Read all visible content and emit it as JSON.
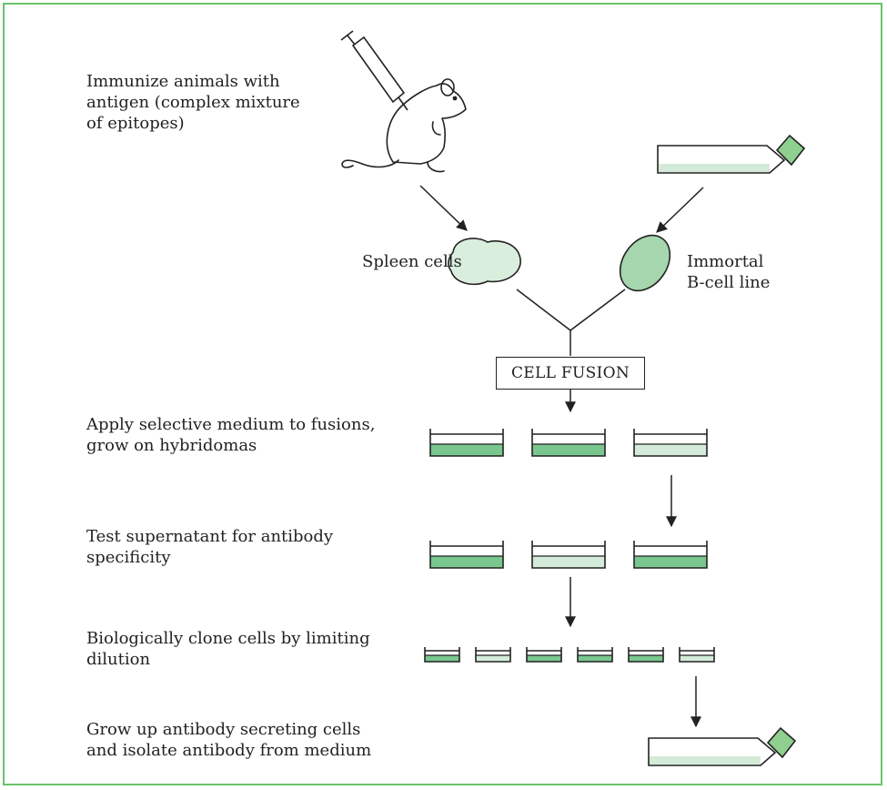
{
  "steps": {
    "immunize": "Immunize animals with\nantigen (complex mixture\nof epitopes)",
    "selective": "Apply selective medium to fusions,\ngrow on hybridomas",
    "test": "Test supernatant for antibody\nspecificity",
    "clone": "Biologically clone cells by limiting\ndilution",
    "grow": "Grow up antibody secreting cells\nand isolate antibody from medium"
  },
  "labels": {
    "spleen": "Spleen cells",
    "immortal": "Immortal\nB-cell line",
    "fusion": "CELL FUSION"
  },
  "icons": [
    "syringe-icon",
    "mouse-icon",
    "culture-flask-icon",
    "spleen-cell-icon",
    "b-cell-icon",
    "culture-dish-icon"
  ],
  "colors": {
    "frame": "#6cc26c",
    "dark_green": "#79c78e",
    "light_green": "#d3ebd8",
    "cell_light": "#d9eedd",
    "cell_dark": "#a5d6ad",
    "ink": "#222222"
  },
  "dishes": {
    "row1": [
      "dark",
      "dark",
      "light"
    ],
    "row2": [
      "dark",
      "light",
      "dark"
    ],
    "row3": [
      "dark",
      "light",
      "dark",
      "dark",
      "dark",
      "light"
    ]
  }
}
